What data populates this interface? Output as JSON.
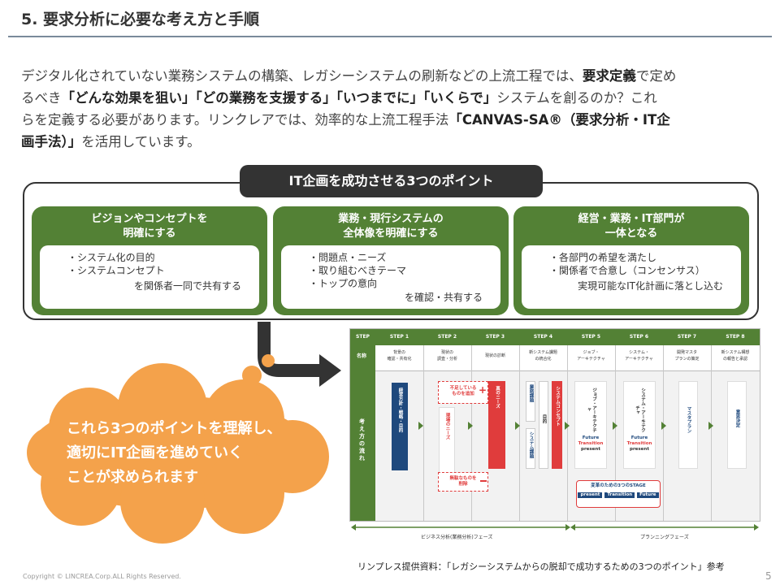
{
  "title": "5.  要求分析に必要な考え方と手順",
  "intro": {
    "line1_a": "デジタル化されていない業務システムの構築、レガシーシステムの刷新などの上流工程では、",
    "line1_b": "要求定義",
    "line1_c": "で定め",
    "line2_a": "るべき",
    "line2_b": "「どんな効果を狙い」「どの業務を支援する」「いつまでに」「いくらで」",
    "line2_c": "システムを創るのか？これ",
    "line3_a": "らを定義する必要があります。リンクレアでは、効率的な上流工程手法",
    "line3_b": "「CANVAS-SA®（要求分析・IT企",
    "line4_a": "画手法）」",
    "line4_b": "を活用しています。"
  },
  "points": {
    "title": "IT企画を成功させる3つのポイント",
    "cards": [
      {
        "head1": "ビジョンやコンセプトを",
        "head2": "明確にする",
        "items": [
          "・システム化の目的",
          "・システムコンセプト"
        ],
        "note": "を関係者一同で共有する"
      },
      {
        "head1": "業務・現行システムの",
        "head2": "全体像を明確にする",
        "items": [
          "・問題点・ニーズ",
          "・取り組むべきテーマ",
          "・トップの意向"
        ],
        "note": "を確認・共有する"
      },
      {
        "head1": "経営・業務・IT部門が",
        "head2": "一体となる",
        "items": [
          "・各部門の希望を満たし",
          "・関係者で合意し（コンセンサス）"
        ],
        "note": "実現可能なIT化計画に落とし込む"
      }
    ]
  },
  "cloud": {
    "line1": "これら3つのポイントを理解し、",
    "line2": "適切にIT企画を進めていく",
    "line3": "ことが求められます"
  },
  "diagram": {
    "step_header": "STEP",
    "name_header": "名称",
    "flow_label": "考え方の流れ",
    "steps": [
      {
        "label": "STEP 1",
        "name1": "背景の",
        "name2": "確認・共有化"
      },
      {
        "label": "STEP 2",
        "name1": "現状の",
        "name2": "調査・分析"
      },
      {
        "label": "STEP 3",
        "name1": "現状の診断",
        "name2": ""
      },
      {
        "label": "STEP 4",
        "name1": "新システム課題",
        "name2": "の統合化"
      },
      {
        "label": "STEP 5",
        "name1": "ジョブ・",
        "name2": "アーキテクチャ"
      },
      {
        "label": "STEP 6",
        "name1": "システム・",
        "name2": "アーキテクチャ"
      },
      {
        "label": "STEP 7",
        "name1": "開発マスタ",
        "name2": "プランの策定"
      },
      {
        "label": "STEP 8",
        "name1": "新システム構想",
        "name2": "の報告と承認"
      }
    ],
    "boxes": {
      "s1": "経営方針・戦略・目的",
      "s2": "現場のニーズ",
      "add_note1": "不足している",
      "add_note2": "ものを追加",
      "del_note1": "無駄なものを",
      "del_note2": "削除",
      "s3": "真のニーズ",
      "s4a": "業務課題",
      "s4b": "システム課題",
      "s4c": "目的",
      "s4d": "システムコンセプト",
      "s5": "ジョブ・アーキテクチャ",
      "s6": "システム・アーキテクチャ",
      "future": "Future",
      "transition": "Transition",
      "present": "present",
      "stage_title": "変革のための3つのSTAGE",
      "stage1": "present",
      "stage2": "Transition",
      "stage3": "Future",
      "s7": "マスタプラン",
      "s8": "意思決定"
    },
    "phase1": "ビジネス分析(業務分析)フェーズ",
    "phase2": "プランニングフェーズ"
  },
  "source": "リンプレス提供資料：「レガシーシステムからの脱却で成功するための3つのポイント」参考",
  "copyright": "Copyright © LINCREA.Corp.ALL Rights Reserved.",
  "page_number": "5",
  "colors": {
    "green": "#538135",
    "dark": "#333333",
    "orange": "#f4a24b",
    "navy": "#1f497d",
    "red": "#e03c3c"
  }
}
